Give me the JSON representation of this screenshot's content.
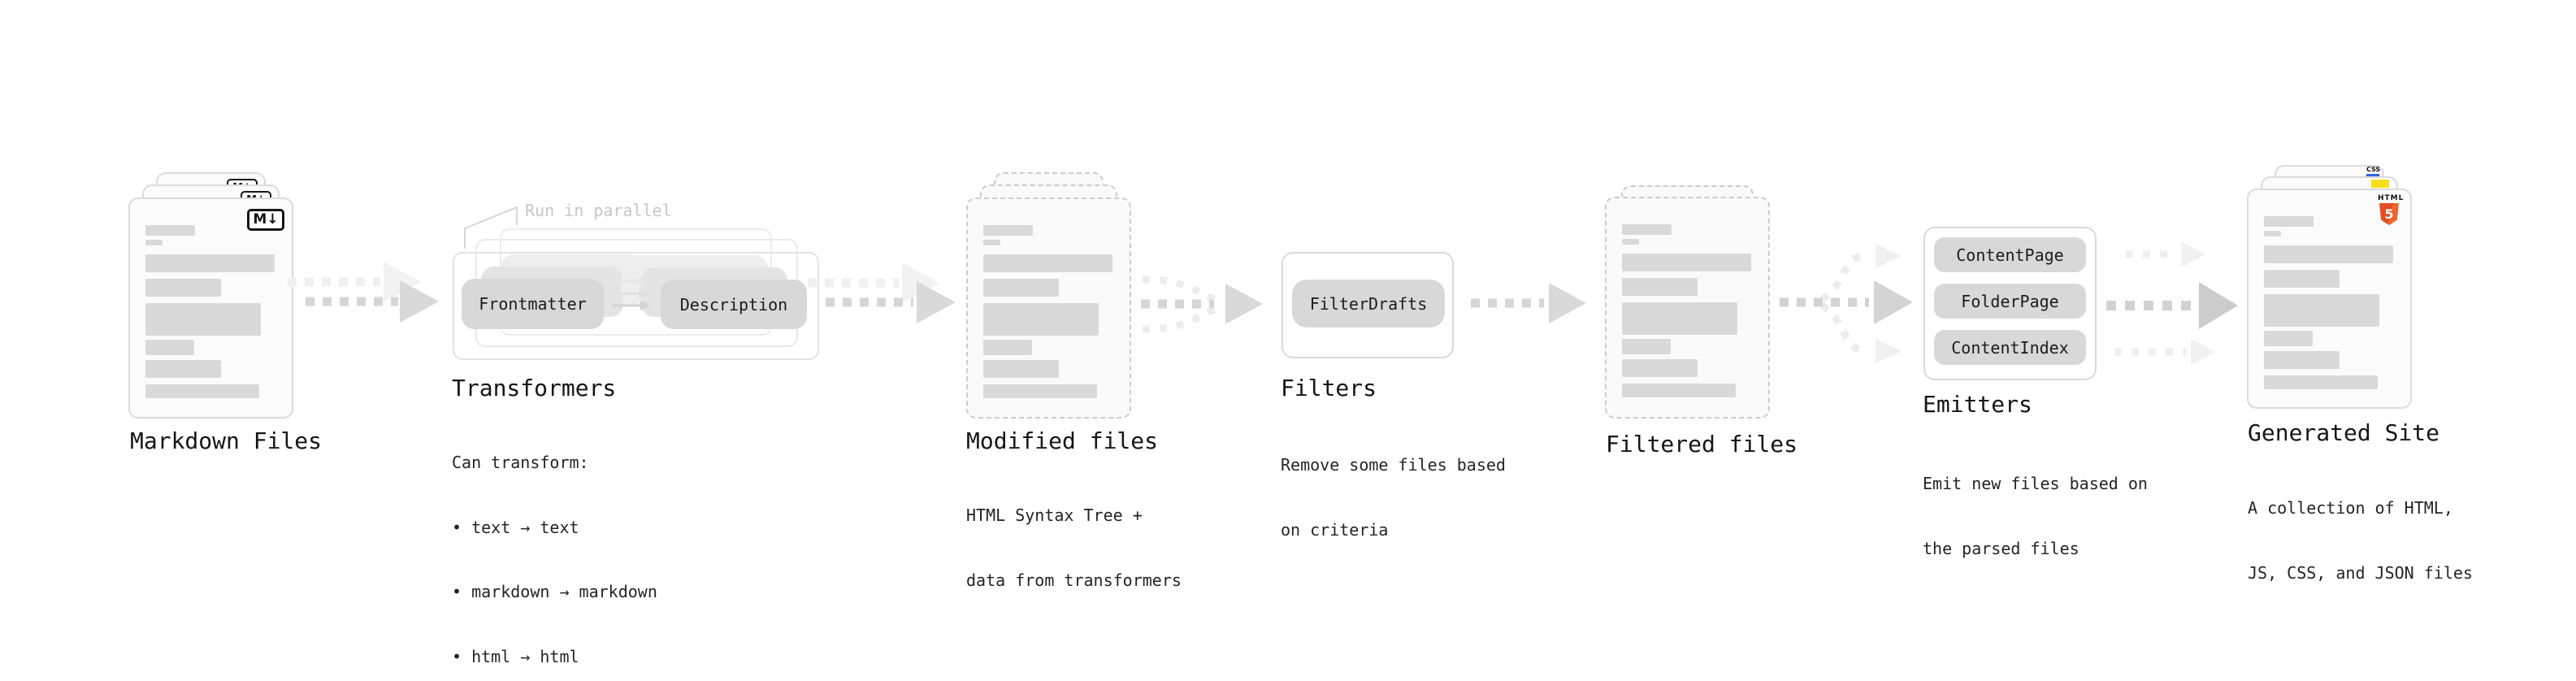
{
  "stages": {
    "markdown": {
      "title": "Markdown Files",
      "badge": "M↓"
    },
    "transformers": {
      "title": "Transformers",
      "annotation": "Run in parallel",
      "pills": {
        "a": "Frontmatter",
        "b": "Description"
      },
      "body": [
        "Can transform:",
        "• text → text",
        "• markdown → markdown",
        "• html → html"
      ]
    },
    "modified": {
      "title": "Modified files",
      "body": [
        "HTML Syntax Tree +",
        "data from transformers"
      ]
    },
    "filters": {
      "title": "Filters",
      "pill": "FilterDrafts",
      "body": [
        "Remove some files based",
        "on criteria"
      ]
    },
    "filtered": {
      "title": "Filtered files"
    },
    "emitters": {
      "title": "Emitters",
      "pills": [
        "ContentPage",
        "FolderPage",
        "ContentIndex"
      ],
      "body": [
        "Emit new files based on",
        "the parsed files"
      ]
    },
    "generated": {
      "title": "Generated Site",
      "body": [
        "A collection of HTML,",
        "JS, CSS, and JSON files"
      ],
      "badges": {
        "html5_label": "HTML",
        "html5_number": "5",
        "css": "CSS"
      }
    }
  },
  "colors": {
    "html5_orange_dark": "#e44d26",
    "html5_orange_light": "#f16529",
    "js_yellow": "#f7df1e",
    "css_blue": "#2d65e8",
    "skeleton_gray": "#d9d9d9",
    "pill_gray": "#d8d8d8",
    "arrow_gray": "#d6d6d6",
    "arrow_faint": "#efefef",
    "annotation_gray": "#c7c7c7",
    "text_dark": "#151515"
  }
}
